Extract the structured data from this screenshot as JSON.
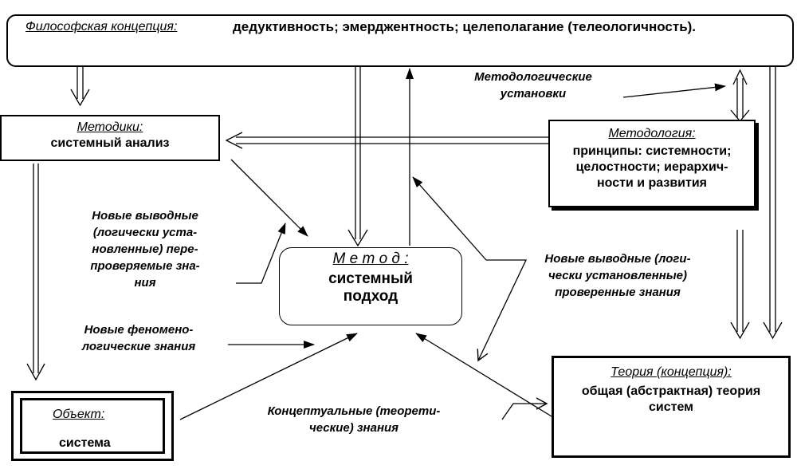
{
  "philosophy": {
    "heading": "Философская концепция:",
    "content": "дедуктивность; эмерджентность; целеполагание (телеологичность)."
  },
  "methods": {
    "heading": "Методики:",
    "content": "системный анализ"
  },
  "methodology": {
    "heading": "Методология:",
    "lines": [
      "принципы: системности;",
      "целостности; иерархич-",
      "ности и развития"
    ]
  },
  "method": {
    "heading": "М е т о д :",
    "lines": [
      "системный",
      "подход"
    ]
  },
  "theory": {
    "heading": "Теория (концепция):",
    "lines": [
      "общая (абстрактная) теория",
      "систем"
    ]
  },
  "object": {
    "heading": "Объект:",
    "content": "система"
  },
  "labels": {
    "methodological_settings": [
      "Методологические",
      "установки"
    ],
    "new_verifiable": [
      "Новые выводные",
      "(логически уста-",
      "новленные) пере-",
      "проверяемые зна-",
      "ния"
    ],
    "new_verified": [
      "Новые выводные (логи-",
      "чески установленные)",
      "проверенные знания"
    ],
    "new_phenomenological": [
      "Новые феномено-",
      "логические знания"
    ],
    "conceptual": [
      "Концептуальные (теорети-",
      "ческие) знания"
    ]
  }
}
